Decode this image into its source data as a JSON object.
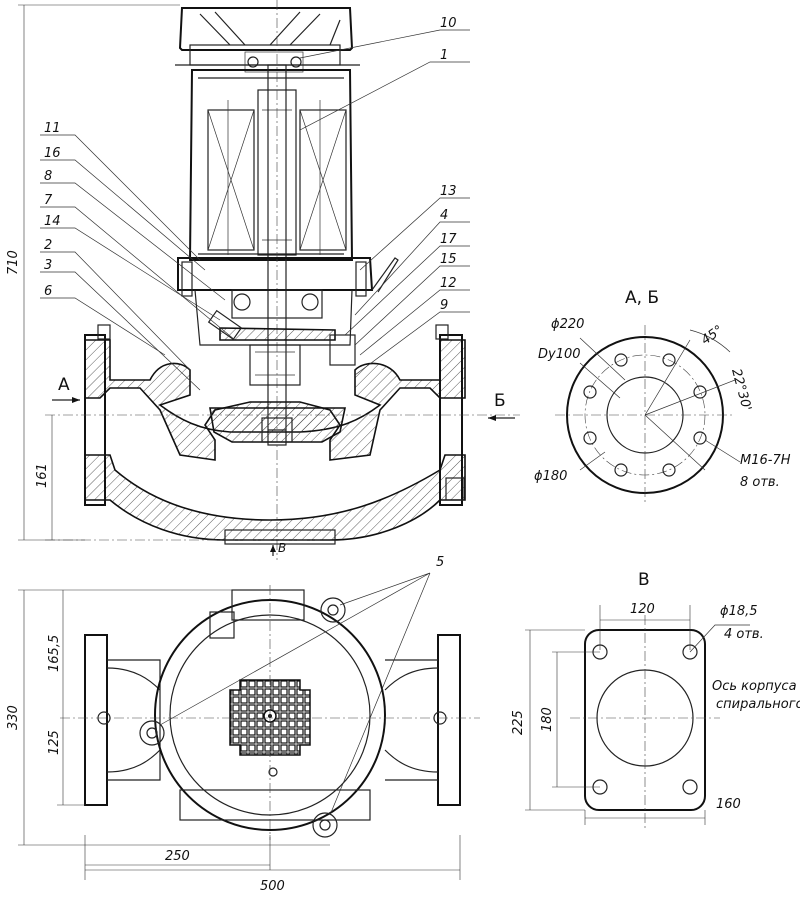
{
  "callouts": [
    "10",
    "1",
    "11",
    "16",
    "8",
    "7",
    "14",
    "2",
    "3",
    "6",
    "13",
    "4",
    "17",
    "15",
    "12",
    "9",
    "5"
  ],
  "dims": {
    "height_total": "710",
    "inlet_axis": "161",
    "depth_total": "330",
    "upper_half": "165,5",
    "lower_half": "125",
    "half_length": "250",
    "length_total": "500"
  },
  "section_labels": {
    "A": "А",
    "B": "Б",
    "V": "В",
    "AB_view": "А, Б"
  },
  "flange": {
    "d_outer": "ϕ220",
    "d_nominal": "Dy100",
    "d_bolt": "ϕ180",
    "angle_45": "45°",
    "angle_22": "22°30'",
    "thread": "M16-7H",
    "holes": "8 отв."
  },
  "base": {
    "width": "120",
    "hole_d": "ϕ18,5",
    "holes": "4 отв.",
    "note_line1": "Ось корпуса",
    "note_line2": "спирального",
    "length_outer": "225",
    "length_inner": "180",
    "width_bottom": "160"
  }
}
